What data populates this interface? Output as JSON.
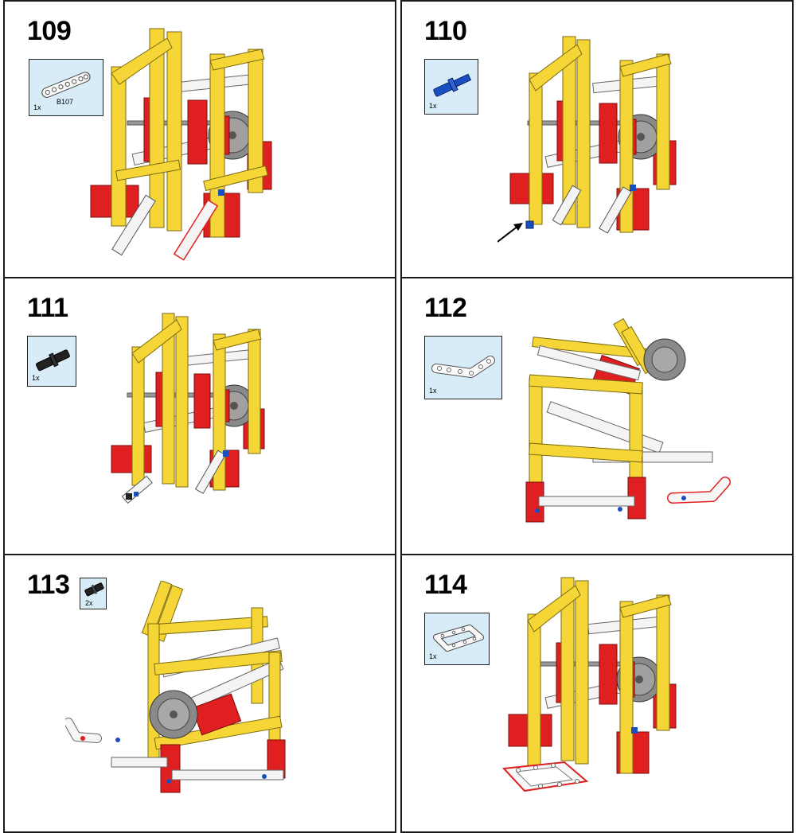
{
  "steps": [
    {
      "number": "109",
      "parts": [
        {
          "qty": "1x",
          "code": "B107",
          "part_icon": "white-beam-7-icon"
        }
      ]
    },
    {
      "number": "110",
      "parts": [
        {
          "qty": "1x",
          "part_icon": "blue-axle-pin-icon"
        }
      ]
    },
    {
      "number": "111",
      "parts": [
        {
          "qty": "1x",
          "part_icon": "black-friction-pin-icon"
        }
      ]
    },
    {
      "number": "112",
      "parts": [
        {
          "qty": "1x",
          "part_icon": "white-angled-beam-icon"
        }
      ]
    },
    {
      "number": "113",
      "parts": [
        {
          "qty": "2x",
          "part_icon": "black-pin-icon"
        }
      ]
    },
    {
      "number": "114",
      "parts": [
        {
          "qty": "1x",
          "part_icon": "white-frame-icon"
        }
      ]
    }
  ],
  "colors": {
    "yellow": "#f6d636",
    "red": "#e02020",
    "white_part": "#f4f4f4",
    "gray": "#8a8a8a",
    "blue": "#1a4fc2",
    "callout_bg": "#d8ecf8"
  }
}
